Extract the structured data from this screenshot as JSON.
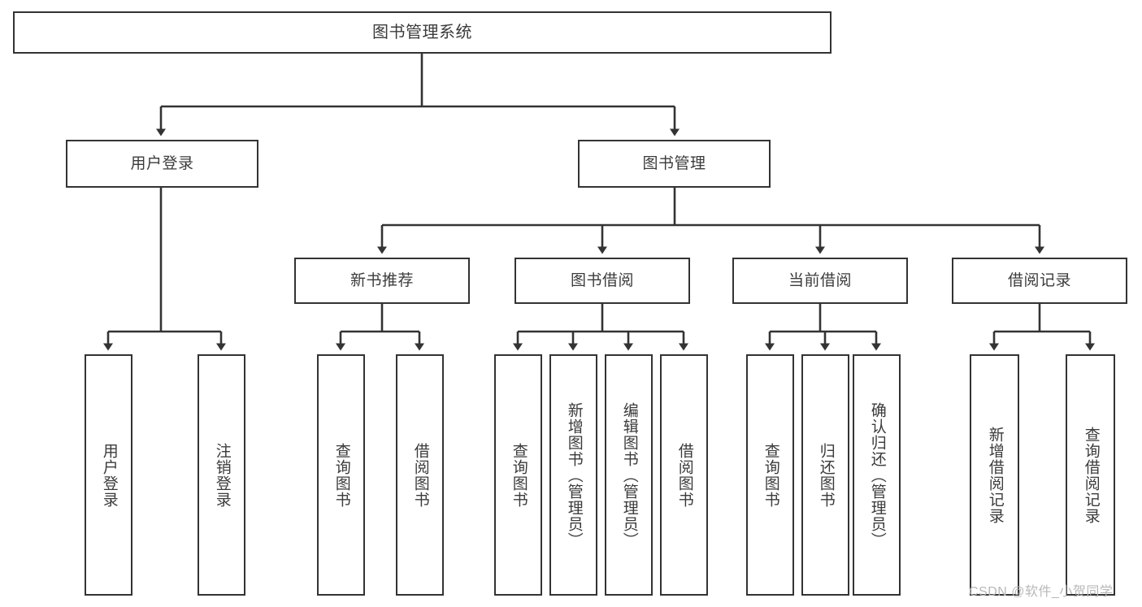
{
  "diagram": {
    "title": "图书管理系统",
    "type": "hierarchy-tree",
    "colors": {
      "box_border": "#333333",
      "box_fill": "#ffffff",
      "text": "#3b3b3b",
      "connector": "#333333",
      "watermark": "#b8b8b8",
      "background": "#ffffff"
    }
  },
  "root": {
    "label": "图书管理系统"
  },
  "level2": [
    {
      "label": "用户登录"
    },
    {
      "label": "图书管理"
    }
  ],
  "level3": [
    {
      "label": "新书推荐"
    },
    {
      "label": "图书借阅"
    },
    {
      "label": "当前借阅"
    },
    {
      "label": "借阅记录"
    }
  ],
  "leaves": {
    "user_login": [
      {
        "label": "用户登录"
      },
      {
        "label": "注销登录"
      }
    ],
    "new_book_recommend": [
      {
        "label": "查询图书"
      },
      {
        "label": "借阅图书"
      }
    ],
    "book_borrow": [
      {
        "label": "查询图书"
      },
      {
        "label": "新增图书（管理员）"
      },
      {
        "label": "编辑图书（管理员）"
      },
      {
        "label": "借阅图书"
      }
    ],
    "current_borrow": [
      {
        "label": "查询图书"
      },
      {
        "label": "归还图书"
      },
      {
        "label": "确认归还（管理员）"
      }
    ],
    "borrow_record": [
      {
        "label": "新增借阅记录"
      },
      {
        "label": "查询借阅记录"
      }
    ]
  },
  "watermark": {
    "text": "CSDN @软件_小贺同学"
  }
}
